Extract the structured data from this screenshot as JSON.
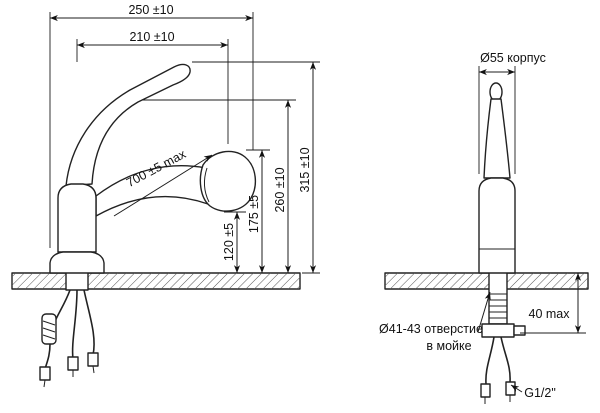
{
  "left_view": {
    "dims": {
      "total_length": "250 ±10",
      "spout_length": "210 ±10",
      "hose_extension": "700 ±5 max",
      "spout_height": "120 ±5",
      "head_height": "175 ±5",
      "upper_height": "260 ±10",
      "total_height": "315 ±10"
    }
  },
  "right_view": {
    "dims": {
      "body_diameter": "Ø55 корпус",
      "sink_hole_line1": "Ø41-43 отверстие",
      "sink_hole_line2": "в мойке",
      "deck_thickness": "40 max",
      "thread": "G1/2\""
    }
  }
}
